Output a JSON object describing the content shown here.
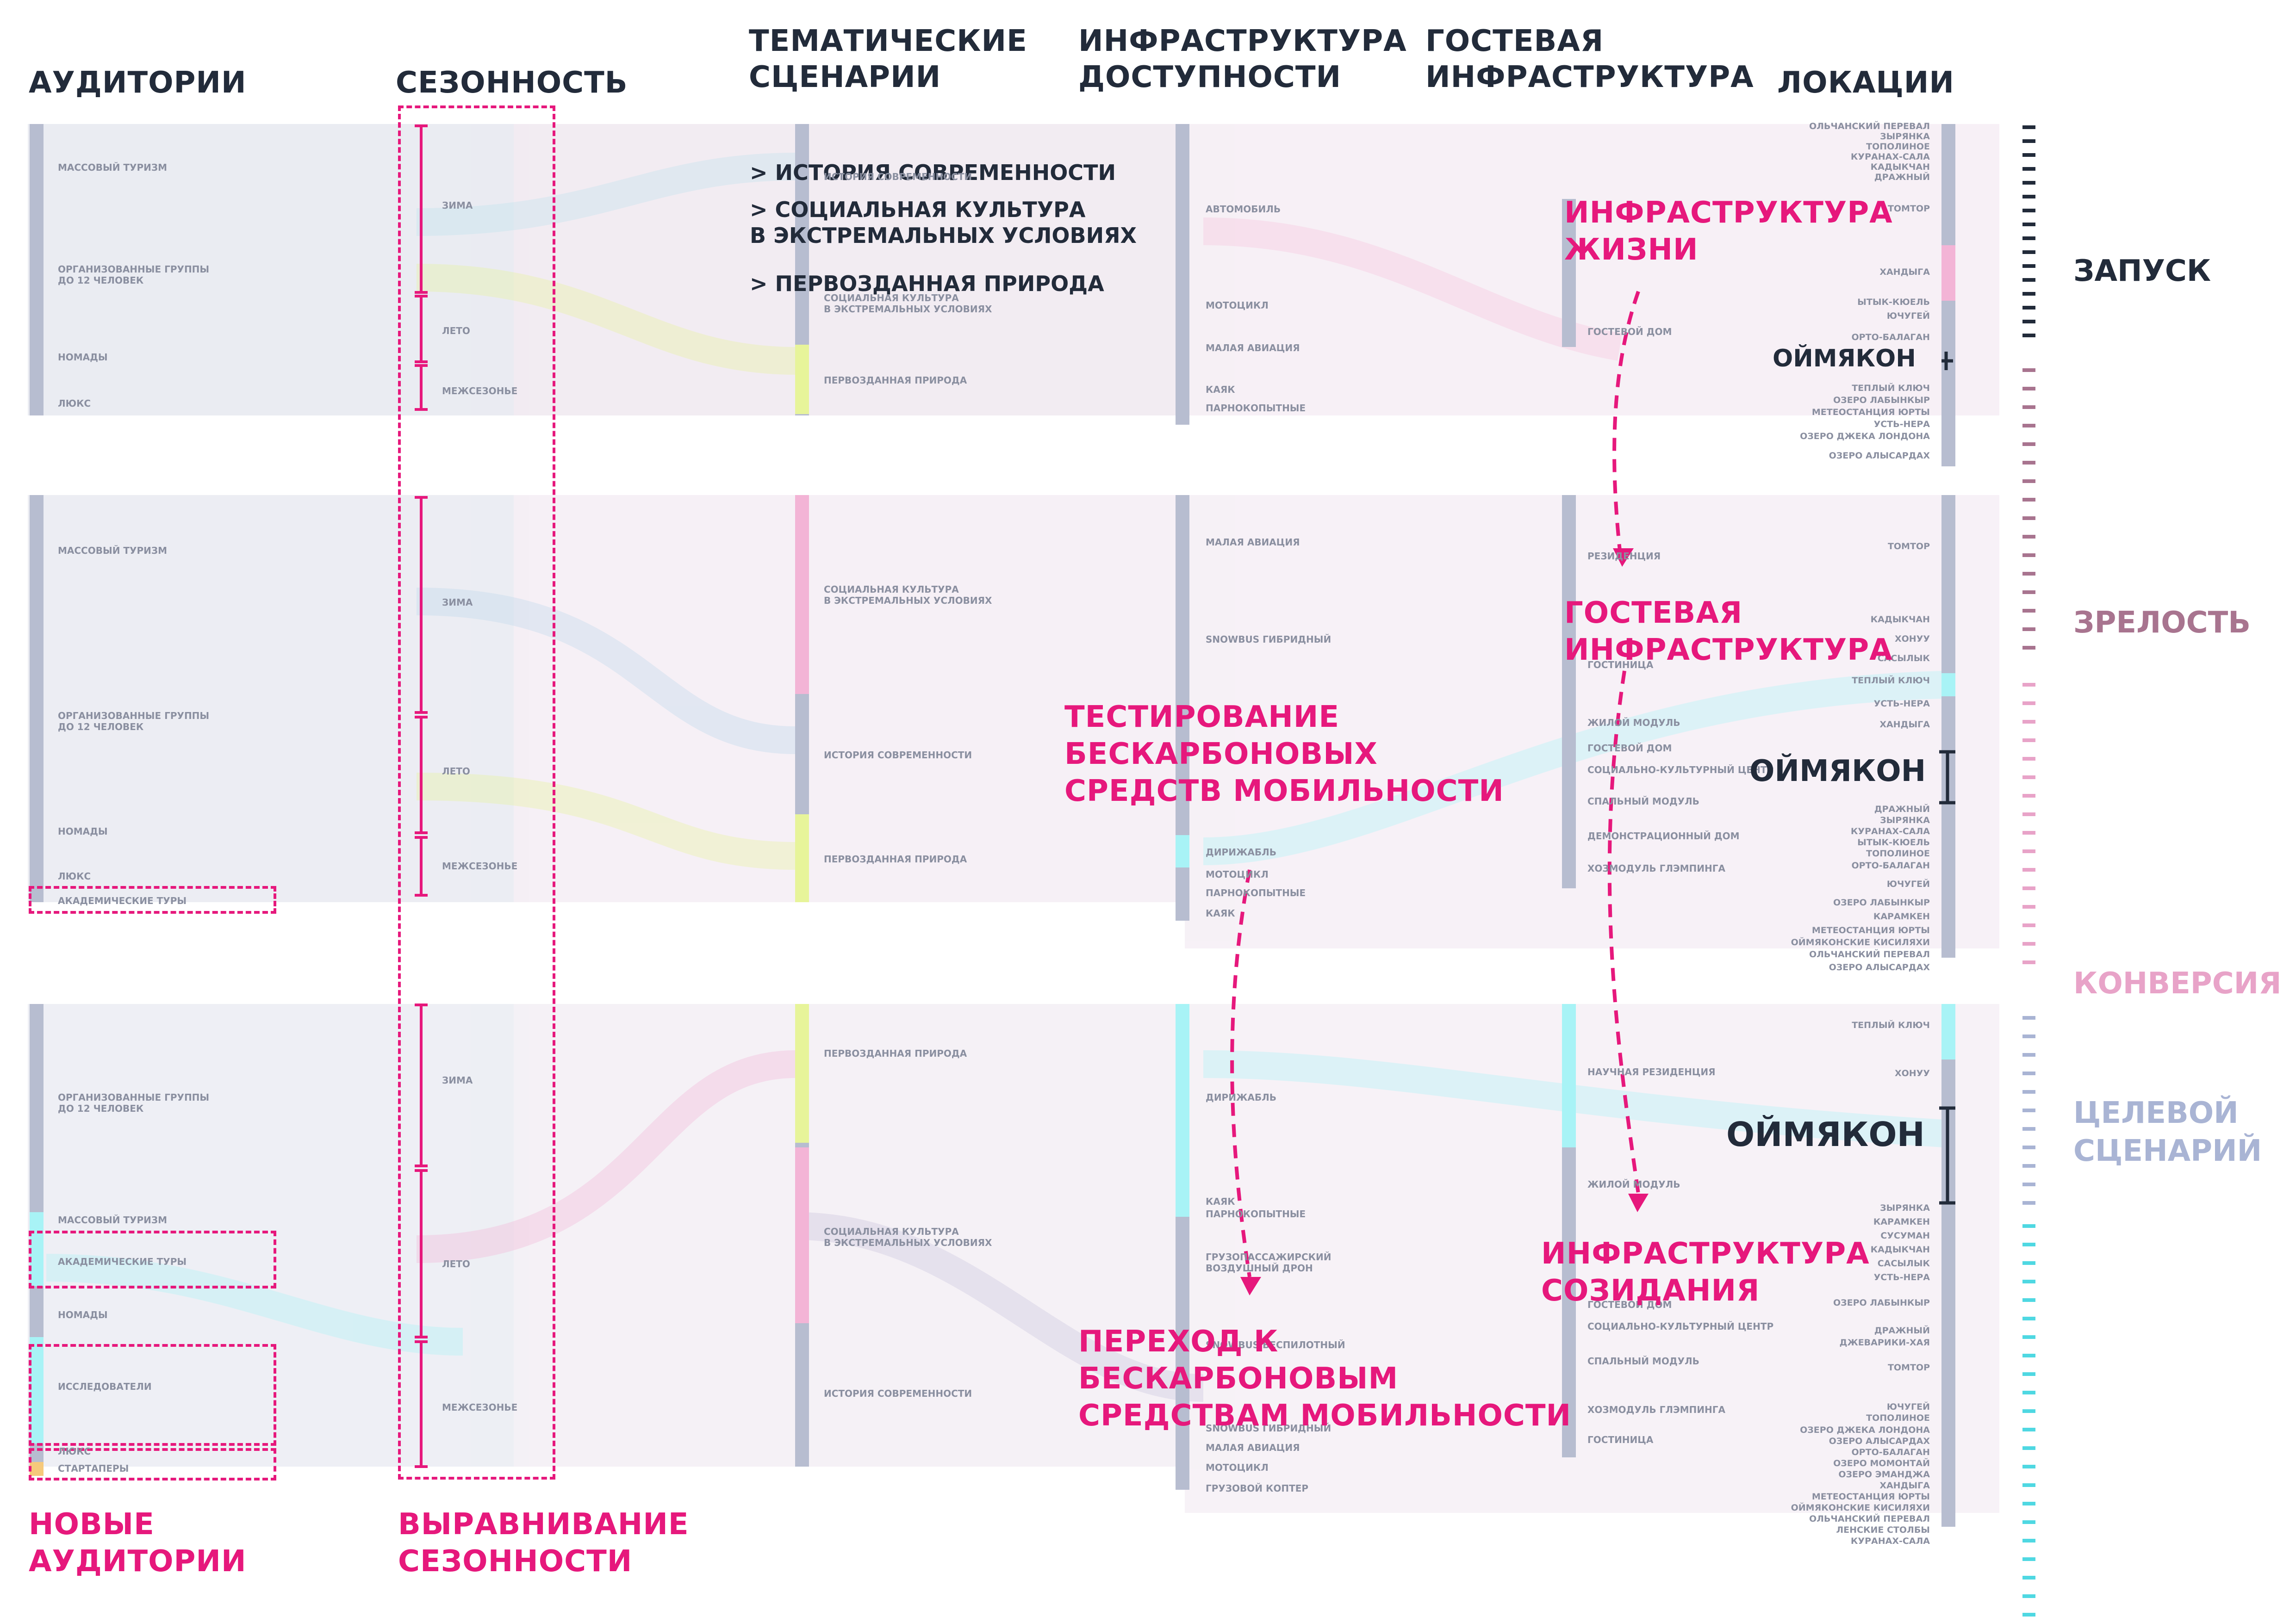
{
  "headers": {
    "audiences": "АУДИТОРИИ",
    "seasonality": "СЕЗОННОСТЬ",
    "scenarios": "ТЕМАТИЧЕСКИЕ\nСЦЕНАРИИ",
    "access": "ИНФРАСТРУКТУРА\nДОСТУПНОСТИ",
    "guest": "ГОСТЕВАЯ\nИНФРАСТРУКТУРА",
    "locations": "ЛОКАЦИИ"
  },
  "scenario_list": [
    "> ИСТОРИЯ СОВРЕМЕННОСТИ",
    "> СОЦИАЛЬНАЯ КУЛЬТУРА\nВ ЭКСТРЕМАЛЬНЫХ УСЛОВИЯХ",
    "> ПЕРВОЗДАННАЯ ПРИРОДА"
  ],
  "stages": [
    "ЗАПУСК",
    "ЗРЕЛОСТЬ",
    "КОНВЕРСИЯ",
    "ЦЕЛЕВОЙ\nСЦЕНАРИЙ"
  ],
  "stage_colors": [
    "#222b3a",
    "#a8748f",
    "#e8a3c8",
    "#a9b4d4"
  ],
  "callouts": {
    "life": "ИНФРАСТРУКТУРА\nЖИЗНИ",
    "guest": "ГОСТЕВАЯ\nИНФРАСТРУКТУРА",
    "testing": "ТЕСТИРОВАНИЕ\nБЕСКАРБОНОВЫХ\nСРЕДСТВ МОБИЛЬНОСТИ",
    "creation": "ИНФРАСТРУКТУРА\nСОЗИДАНИЯ",
    "transition": "ПЕРЕХОД К\nБЕСКАРБОНОВЫМ\nСРЕДСТВАМ МОБИЛЬНОСТИ",
    "new_audiences": "НОВЫЕ\nАУДИТОРИИ",
    "season_align": "ВЫРАВНИВАНИЕ\nСЕЗОННОСТИ"
  },
  "oymyakon": "ОЙМЯКОН",
  "panel1": {
    "audiences": [
      "МАССОВЫЙ ТУРИЗМ",
      "ОРГАНИЗОВАННЫЕ ГРУППЫ\nДО 12 ЧЕЛОВЕК",
      "НОМАДЫ",
      "ЛЮКС"
    ],
    "seasons": [
      "ЗИМА",
      "ЛЕТО",
      "МЕЖСЕЗОНЬЕ"
    ],
    "scenarios": [
      "ИСТОРИЯ СОВРЕМЕННОСТИ",
      "СОЦИАЛЬНАЯ КУЛЬТУРА\nВ ЭКСТРЕМАЛЬНЫХ УСЛОВИЯХ",
      "ПЕРВОЗДАННАЯ ПРИРОДА"
    ],
    "access": [
      "АВТОМОБИЛЬ",
      "МОТОЦИКЛ",
      "МАЛАЯ АВИАЦИЯ",
      "КАЯК",
      "ПАРНОКОПЫТНЫЕ"
    ],
    "guest": [
      "ГОСТЕВОЙ ДОМ"
    ],
    "locations": [
      "ОЛЬЧАНСКИЙ ПЕРЕВАЛ",
      "ЗЫРЯНКА",
      "ТОПОЛИНОЕ",
      "КУРАНАХ-САЛА",
      "КАДЫКЧАН",
      "ДРАЖНЫЙ",
      "ТОМТОР",
      "ХАНДЫГА",
      "ЫТЫК-КЮЕЛЬ",
      "ЮЧУГЕЙ",
      "ОРТО-БАЛАГАН",
      "ТЕПЛЫЙ КЛЮЧ",
      "ОЗЕРО ЛАБЫНКЫР",
      "МЕТЕОСТАНЦИЯ ЮРТЫ",
      "УСТЬ-НЕРА",
      "ОЗЕРО ДЖЕКА ЛОНДОНА",
      "ОЗЕРО АЛЫСАРДАХ"
    ]
  },
  "panel2": {
    "audiences": [
      "МАССОВЫЙ ТУРИЗМ",
      "ОРГАНИЗОВАННЫЕ ГРУППЫ\nДО 12 ЧЕЛОВЕК",
      "НОМАДЫ",
      "ЛЮКС",
      "АКАДЕМИЧЕСКИЕ ТУРЫ"
    ],
    "seasons": [
      "ЗИМА",
      "ЛЕТО",
      "МЕЖСЕЗОНЬЕ"
    ],
    "scenarios": [
      "СОЦИАЛЬНАЯ КУЛЬТУРА\nВ ЭКСТРЕМАЛЬНЫХ УСЛОВИЯХ",
      "ИСТОРИЯ СОВРЕМЕННОСТИ",
      "ПЕРВОЗДАННАЯ ПРИРОДА"
    ],
    "access": [
      "МАЛАЯ АВИАЦИЯ",
      "SNOWBUS ГИБРИДНЫЙ",
      "ДИРИЖАБЛЬ",
      "МОТОЦИКЛ",
      "ПАРНОКОПЫТНЫЕ",
      "КАЯК"
    ],
    "guest": [
      "РЕЗИДЕНЦИЯ",
      "ГОСТИНИЦА",
      "ЖИЛОЙ МОДУЛЬ",
      "ГОСТЕВОЙ ДОМ",
      "СОЦИАЛЬНО-КУЛЬТУРНЫЙ ЦЕНТР",
      "СПАЛЬНЫЙ МОДУЛЬ",
      "ДЕМОНСТРАЦИОННЫЙ ДОМ",
      "ХОЗМОДУЛЬ ГЛЭМПИНГА"
    ],
    "locations": [
      "ТОМТОР",
      "КАДЫКЧАН",
      "ХОНУУ",
      "САСЫЛЫК",
      "ТЕПЛЫЙ КЛЮЧ",
      "УСТЬ-НЕРА",
      "ХАНДЫГА",
      "ДРАЖНЫЙ",
      "ЗЫРЯНКА",
      "КУРАНАХ-САЛА",
      "ЫТЫК-КЮЕЛЬ",
      "ТОПОЛИНОЕ",
      "ОРТО-БАЛАГАН",
      "ЮЧУГЕЙ",
      "ОЗЕРО ЛАБЫНКЫР",
      "КАРАМКЕН",
      "МЕТЕОСТАНЦИЯ ЮРТЫ",
      "ОЙМЯКОНСКИЕ КИСИЛЯХИ",
      "ОЛЬЧАНСКИЙ ПЕРЕВАЛ",
      "ОЗЕРО АЛЫСАРДАХ"
    ]
  },
  "panel3": {
    "audiences": [
      "ОРГАНИЗОВАННЫЕ ГРУППЫ\nДО 12 ЧЕЛОВЕК",
      "МАССОВЫЙ ТУРИЗМ",
      "АКАДЕМИЧЕСКИЕ ТУРЫ",
      "НОМАДЫ",
      "ИССЛЕДОВАТЕЛИ",
      "ЛЮКС",
      "СТАРТАПЕРЫ"
    ],
    "seasons": [
      "ЗИМА",
      "ЛЕТО",
      "МЕЖСЕЗОНЬЕ"
    ],
    "scenarios": [
      "ПЕРВОЗДАННАЯ ПРИРОДА",
      "СОЦИАЛЬНАЯ КУЛЬТУРА\nВ ЭКСТРЕМАЛЬНЫХ УСЛОВИЯХ",
      "ИСТОРИЯ СОВРЕМЕННОСТИ"
    ],
    "access": [
      "ДИРИЖАБЛЬ",
      "КАЯК",
      "ПАРНОКОПЫТНЫЕ",
      "ГРУЗОПАССАЖИРСКИЙ\nВОЗДУШНЫЙ ДРОН",
      "SNOWBUS БЕСПИЛОТНЫЙ",
      "SNOWBUS ГИБРИДНЫЙ",
      "МАЛАЯ АВИАЦИЯ",
      "МОТОЦИКЛ",
      "ГРУЗОВОЙ КОПТЕР"
    ],
    "guest": [
      "НАУЧНАЯ РЕЗИДЕНЦИЯ",
      "ЖИЛОЙ МОДУЛЬ",
      "ГОСТЕВОЙ ДОМ",
      "СОЦИАЛЬНО-КУЛЬТУРНЫЙ ЦЕНТР",
      "СПАЛЬНЫЙ МОДУЛЬ",
      "ХОЗМОДУЛЬ ГЛЭМПИНГА",
      "ГОСТИНИЦА"
    ],
    "locations": [
      "ТЕПЛЫЙ КЛЮЧ",
      "ХОНУУ",
      "ЗЫРЯНКА",
      "КАРАМКЕН",
      "СУСУМАН",
      "КАДЫКЧАН",
      "САСЫЛЫК",
      "УСТЬ-НЕРА",
      "ОЗЕРО ЛАБЫНКЫР",
      "ДРАЖНЫЙ",
      "ДЖЕВАРИКИ-ХАЯ",
      "ТОМТОР",
      "ЮЧУГЕЙ",
      "ТОПОЛИНОЕ",
      "ОЗЕРО ДЖЕКА ЛОНДОНА",
      "ОЗЕРО АЛЫСАРДАХ",
      "ОРТО-БАЛАГАН",
      "ОЗЕРО МОМОНТАЙ",
      "ОЗЕРО ЭМАНДЖА",
      "ХАНДЫГА",
      "МЕТЕОСТАНЦИЯ ЮРТЫ",
      "ОЙМЯКОНСКИЕ КИСИЛЯХИ",
      "ОЛЬЧАНСКИЙ ПЕРЕВАЛ",
      "ЛЕНСКИЕ СТОЛБЫ",
      "КУРАНАХ-САЛА"
    ]
  }
}
